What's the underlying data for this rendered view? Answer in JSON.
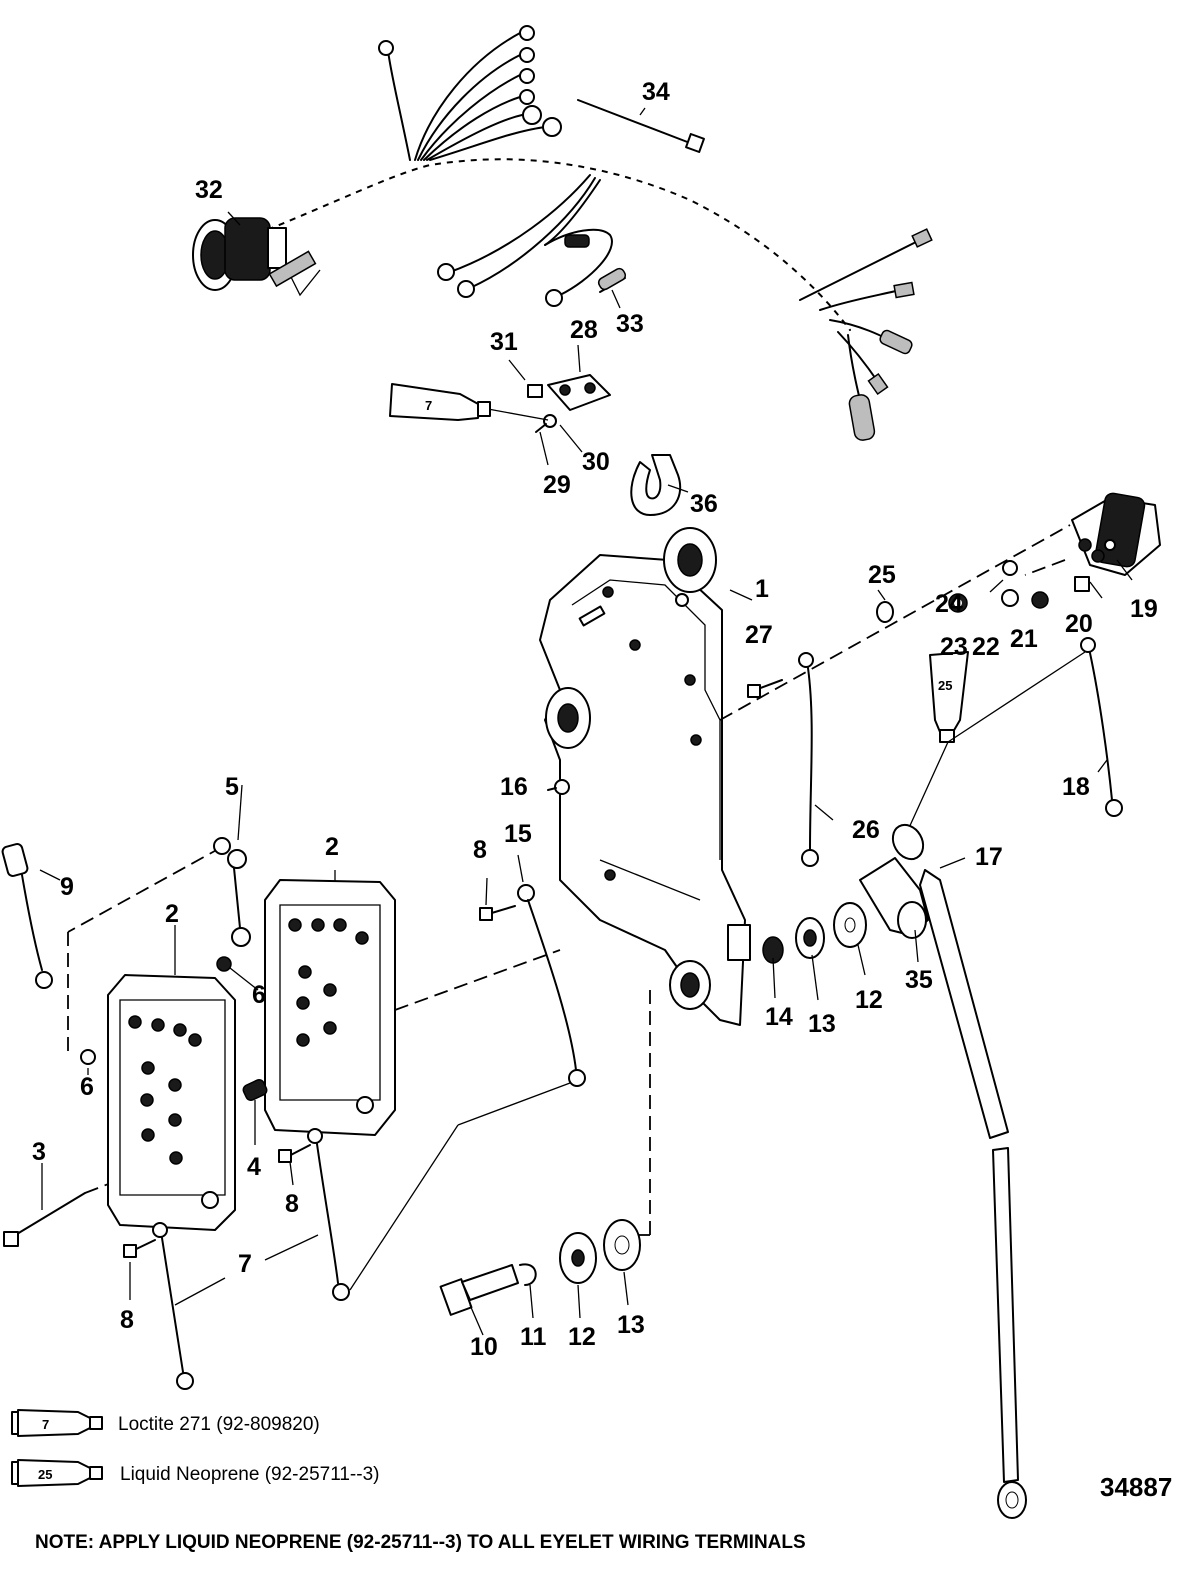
{
  "callouts": [
    {
      "id": "1",
      "text": "1"
    },
    {
      "id": "2a",
      "text": "2"
    },
    {
      "id": "2b",
      "text": "2"
    },
    {
      "id": "3",
      "text": "3"
    },
    {
      "id": "4",
      "text": "4"
    },
    {
      "id": "5",
      "text": "5"
    },
    {
      "id": "6a",
      "text": "6"
    },
    {
      "id": "6b",
      "text": "6"
    },
    {
      "id": "7a",
      "text": "7"
    },
    {
      "id": "8a",
      "text": "8"
    },
    {
      "id": "8b",
      "text": "8"
    },
    {
      "id": "8c",
      "text": "8"
    },
    {
      "id": "9",
      "text": "9"
    },
    {
      "id": "10",
      "text": "10"
    },
    {
      "id": "11",
      "text": "11"
    },
    {
      "id": "12a",
      "text": "12"
    },
    {
      "id": "12b",
      "text": "12"
    },
    {
      "id": "13a",
      "text": "13"
    },
    {
      "id": "13b",
      "text": "13"
    },
    {
      "id": "14",
      "text": "14"
    },
    {
      "id": "15",
      "text": "15"
    },
    {
      "id": "16",
      "text": "16"
    },
    {
      "id": "17",
      "text": "17"
    },
    {
      "id": "18",
      "text": "18"
    },
    {
      "id": "19",
      "text": "19"
    },
    {
      "id": "20",
      "text": "20"
    },
    {
      "id": "21",
      "text": "21"
    },
    {
      "id": "22",
      "text": "22"
    },
    {
      "id": "23",
      "text": "23"
    },
    {
      "id": "24",
      "text": "24"
    },
    {
      "id": "25",
      "text": "25"
    },
    {
      "id": "26",
      "text": "26"
    },
    {
      "id": "27",
      "text": "27"
    },
    {
      "id": "28",
      "text": "28"
    },
    {
      "id": "29",
      "text": "29"
    },
    {
      "id": "30",
      "text": "30"
    },
    {
      "id": "31",
      "text": "31"
    },
    {
      "id": "32",
      "text": "32"
    },
    {
      "id": "33",
      "text": "33"
    },
    {
      "id": "34",
      "text": "34"
    },
    {
      "id": "35",
      "text": "35"
    },
    {
      "id": "36",
      "text": "36"
    }
  ],
  "tubes": {
    "loctite_number": "7",
    "neoprene_number": "25"
  },
  "legend": [
    {
      "tube_number": "7",
      "text": "Loctite 271 (92-809820)"
    },
    {
      "tube_number": "25",
      "text": "Liquid Neoprene (92-25711--3)"
    }
  ],
  "figure_number": "34887",
  "note": "NOTE: APPLY LIQUID NEOPRENE (92-25711--3) TO ALL EYELET WIRING TERMINALS"
}
